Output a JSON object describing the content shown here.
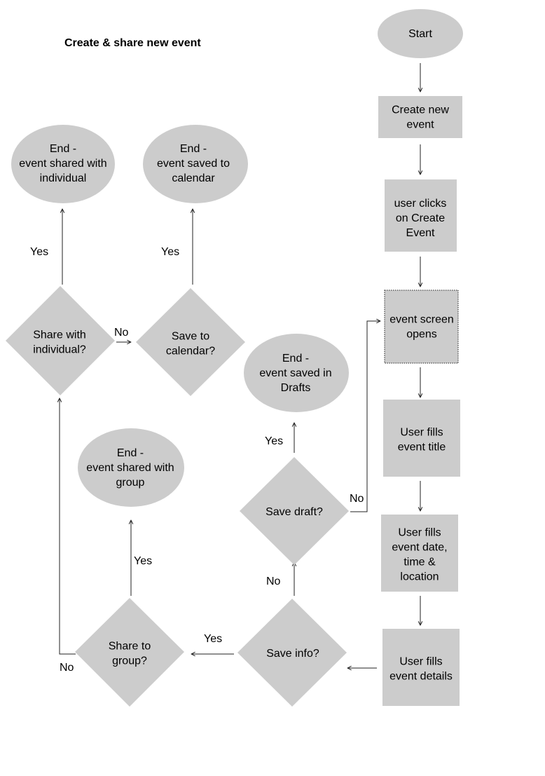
{
  "title": "Create & share new event",
  "nodes": {
    "start": [
      "Start"
    ],
    "create_new_event": [
      "Create new",
      "event"
    ],
    "user_clicks": [
      "user clicks",
      "on Create",
      "Event"
    ],
    "event_screen_opens": [
      "event screen",
      "opens"
    ],
    "fills_title": [
      "User fills",
      "event title"
    ],
    "fills_date": [
      "User fills",
      "event date,",
      "time &",
      "location"
    ],
    "fills_details": [
      "User fills",
      "event details"
    ],
    "save_info": [
      "Save info?"
    ],
    "save_draft": [
      "Save draft?"
    ],
    "end_drafts": [
      "End -",
      "event saved in",
      "Drafts"
    ],
    "share_group": [
      "Share to",
      "group?"
    ],
    "end_group": [
      "End -",
      "event shared with",
      "group"
    ],
    "share_individual": [
      "Share with",
      "individual?"
    ],
    "end_individual": [
      "End -",
      "event shared with",
      "individual"
    ],
    "save_calendar": [
      "Save to",
      "calendar?"
    ],
    "end_calendar": [
      "End -",
      "event saved to",
      "calendar"
    ]
  },
  "edge_labels": {
    "yes_individual": "Yes",
    "yes_calendar": "Yes",
    "no_individual_to_calendar": "No",
    "yes_draft": "Yes",
    "no_draft": "No",
    "yes_group": "Yes",
    "no_save_info": "No",
    "yes_save_info": "Yes",
    "no_group": "No"
  }
}
